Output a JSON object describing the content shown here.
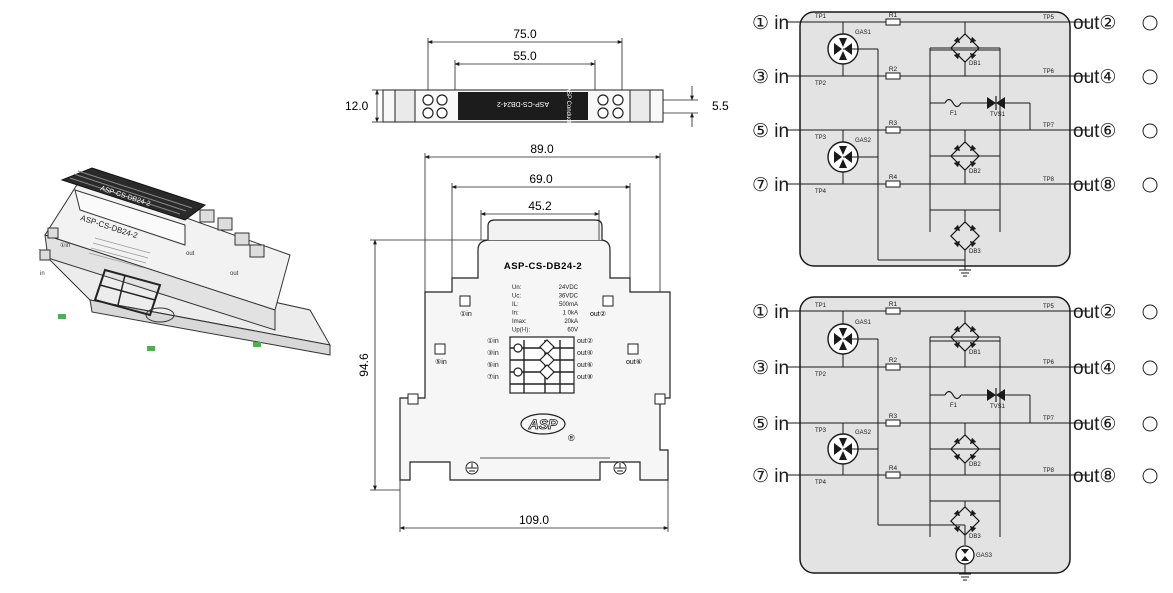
{
  "product": {
    "model": "ASP-CS-DB24-2",
    "model_side": "ASP-CS-DB24-2",
    "brand_side": "ASP Conduct",
    "logo_alt": "ASP",
    "registered": "®"
  },
  "specs": [
    {
      "label": "Un:",
      "value": "24VDC"
    },
    {
      "label": "Uc:",
      "value": "36VDC"
    },
    {
      "label": "IL:",
      "value": "500mA"
    },
    {
      "label": "In:",
      "value": "1 0kA"
    },
    {
      "label": "Imax:",
      "value": "20kA"
    },
    {
      "label": "Up(l-l):",
      "value": "60V"
    }
  ],
  "front_labels": {
    "top_in": "①in",
    "top_out": "out②",
    "mid_in": "⑤in",
    "mid_out": "out⑥",
    "pins_in": [
      "①in",
      "③in",
      "⑤in",
      "⑦in"
    ],
    "pins_out": [
      "out②",
      "out④",
      "out⑥",
      "out⑧"
    ]
  },
  "dimensions": {
    "top_outer": "75.0",
    "top_inner": "55.0",
    "top_height": "12.0",
    "top_pitch": "5.5",
    "front_top": "89.0",
    "front_mid": "69.0",
    "front_inner": "45.2",
    "front_height": "94.6",
    "front_bottom": "109.0"
  },
  "schematic_top": {
    "inputs": [
      "① in",
      "③ in",
      "⑤ in",
      "⑦ in"
    ],
    "outputs": [
      "out②",
      "out④",
      "out⑥",
      "out⑧"
    ],
    "tp_in": [
      "TP1",
      "TP2",
      "TP3",
      "TP4"
    ],
    "tp_out": [
      "TP5",
      "TP6",
      "TP7",
      "TP8"
    ],
    "resistors": [
      "R1",
      "R2",
      "R3",
      "R4"
    ],
    "gas": [
      "GAS1",
      "GAS2"
    ],
    "diode_bridges": [
      "DB1",
      "DB2",
      "DB3"
    ],
    "fuse": "F1",
    "tvs": "TVS1"
  },
  "schematic_bottom": {
    "inputs": [
      "① in",
      "③ in",
      "⑤ in",
      "⑦ in"
    ],
    "outputs": [
      "out②",
      "out④",
      "out⑥",
      "out⑧"
    ],
    "tp_in": [
      "TP1",
      "TP2",
      "TP3",
      "TP4"
    ],
    "tp_out": [
      "TP5",
      "TP6",
      "TP7",
      "TP8"
    ],
    "resistors": [
      "R1",
      "R2",
      "R3",
      "R4"
    ],
    "gas": [
      "GAS1",
      "GAS2",
      "GAS3"
    ],
    "diode_bridges": [
      "DB1",
      "DB2",
      "DB3"
    ],
    "fuse": "F1",
    "tvs": "TVS1"
  },
  "colors": {
    "panel": "#e3e3e3",
    "line": "#1a1a1a",
    "device": "#f4f4f4"
  }
}
